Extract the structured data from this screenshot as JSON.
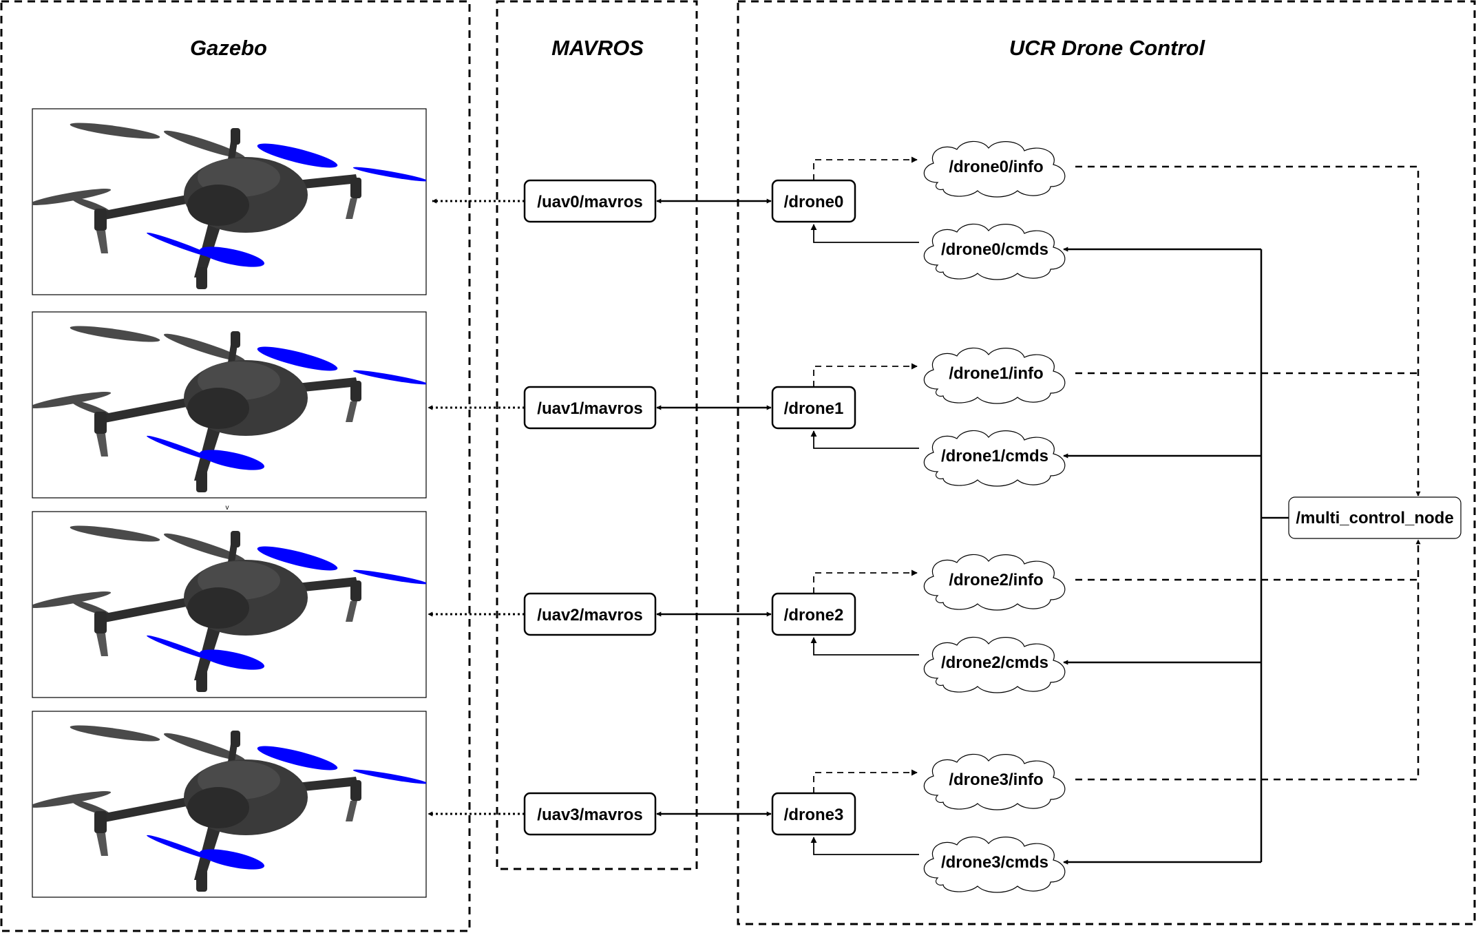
{
  "groups": {
    "gazebo": "Gazebo",
    "mavros": "MAVROS",
    "ucr": "UCR Drone Control"
  },
  "mavros_nodes": [
    "/uav0/mavros",
    "/uav1/mavros",
    "/uav2/mavros",
    "/uav3/mavros"
  ],
  "drone_nodes": [
    "/drone0",
    "/drone1",
    "/drone2",
    "/drone3"
  ],
  "info_topics": [
    "/drone0/info",
    "/drone1/info",
    "/drone2/info",
    "/drone3/info"
  ],
  "cmds_topics": [
    "/drone0/cmds",
    "/drone1/cmds",
    "/drone2/cmds",
    "/drone3/cmds"
  ],
  "multi_node": "/multi_control_node",
  "stray_mark": "v",
  "colors": {
    "propeller": "#0000ff",
    "body": "#3a3a3a",
    "line": "#000000"
  },
  "icons": [
    "drone-render-image",
    "cloud-topic-shape",
    "arrow-head-icon"
  ]
}
